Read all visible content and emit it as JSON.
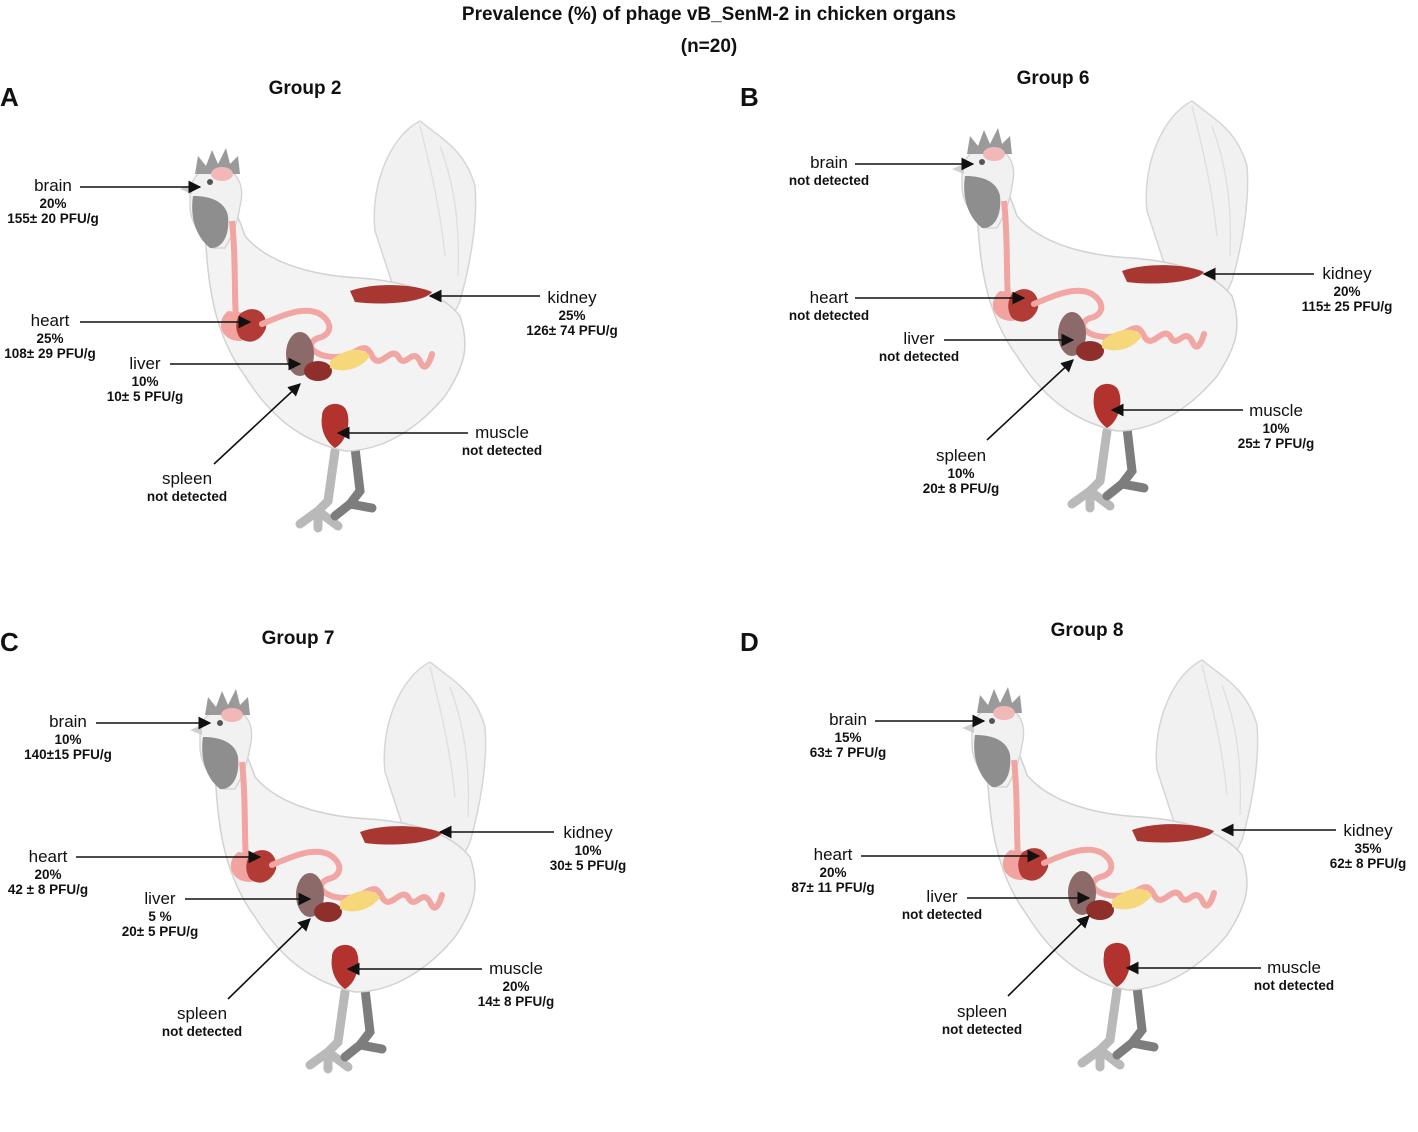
{
  "title": {
    "line1": "Prevalence (%) of phage vB_SenM-2  in chicken organs",
    "line2": "(n=20)"
  },
  "panels": [
    {
      "letter": "A",
      "group": "Group 2",
      "organs": {
        "brain": {
          "name": "brain",
          "prevalence": "20%",
          "titer": "155± 20 PFU/g"
        },
        "heart": {
          "name": "heart",
          "prevalence": "25%",
          "titer": "108± 29 PFU/g"
        },
        "liver": {
          "name": "liver",
          "prevalence": "10%",
          "titer": "10± 5 PFU/g"
        },
        "spleen": {
          "name": "spleen",
          "prevalence": "not detected",
          "titer": ""
        },
        "kidney": {
          "name": "kidney",
          "prevalence": "25%",
          "titer": "126± 74 PFU/g"
        },
        "muscle": {
          "name": "muscle",
          "prevalence": "not detected",
          "titer": ""
        }
      }
    },
    {
      "letter": "B",
      "group": "Group 6",
      "organs": {
        "brain": {
          "name": "brain",
          "prevalence": "not detected",
          "titer": ""
        },
        "heart": {
          "name": "heart",
          "prevalence": "not detected",
          "titer": ""
        },
        "liver": {
          "name": "liver",
          "prevalence": "not detected",
          "titer": ""
        },
        "spleen": {
          "name": "spleen",
          "prevalence": "10%",
          "titer": "20± 8  PFU/g"
        },
        "kidney": {
          "name": "kidney",
          "prevalence": "20%",
          "titer": "115± 25 PFU/g"
        },
        "muscle": {
          "name": "muscle",
          "prevalence": "10%",
          "titer": "25± 7 PFU/g"
        }
      }
    },
    {
      "letter": "C",
      "group": "Group 7",
      "organs": {
        "brain": {
          "name": "brain",
          "prevalence": "10%",
          "titer": "140±15 PFU/g"
        },
        "heart": {
          "name": "heart",
          "prevalence": "20%",
          "titer": "42 ± 8 PFU/g"
        },
        "liver": {
          "name": "liver",
          "prevalence": "5 %",
          "titer": "20± 5  PFU/g"
        },
        "spleen": {
          "name": "spleen",
          "prevalence": "not detected",
          "titer": ""
        },
        "kidney": {
          "name": "kidney",
          "prevalence": "10%",
          "titer": "30± 5 PFU/g"
        },
        "muscle": {
          "name": "muscle",
          "prevalence": "20%",
          "titer": "14± 8 PFU/g"
        }
      }
    },
    {
      "letter": "D",
      "group": "Group 8",
      "organs": {
        "brain": {
          "name": "brain",
          "prevalence": "15%",
          "titer": "63± 7 PFU/g"
        },
        "heart": {
          "name": "heart",
          "prevalence": "20%",
          "titer": "87± 11 PFU/g"
        },
        "liver": {
          "name": "liver",
          "prevalence": "not detected",
          "titer": ""
        },
        "spleen": {
          "name": "spleen",
          "prevalence": "not detected",
          "titer": ""
        },
        "kidney": {
          "name": "kidney",
          "prevalence": "35%",
          "titer": "62± 8 PFU/g"
        },
        "muscle": {
          "name": "muscle",
          "prevalence": "not detected",
          "titer": ""
        }
      }
    }
  ]
}
